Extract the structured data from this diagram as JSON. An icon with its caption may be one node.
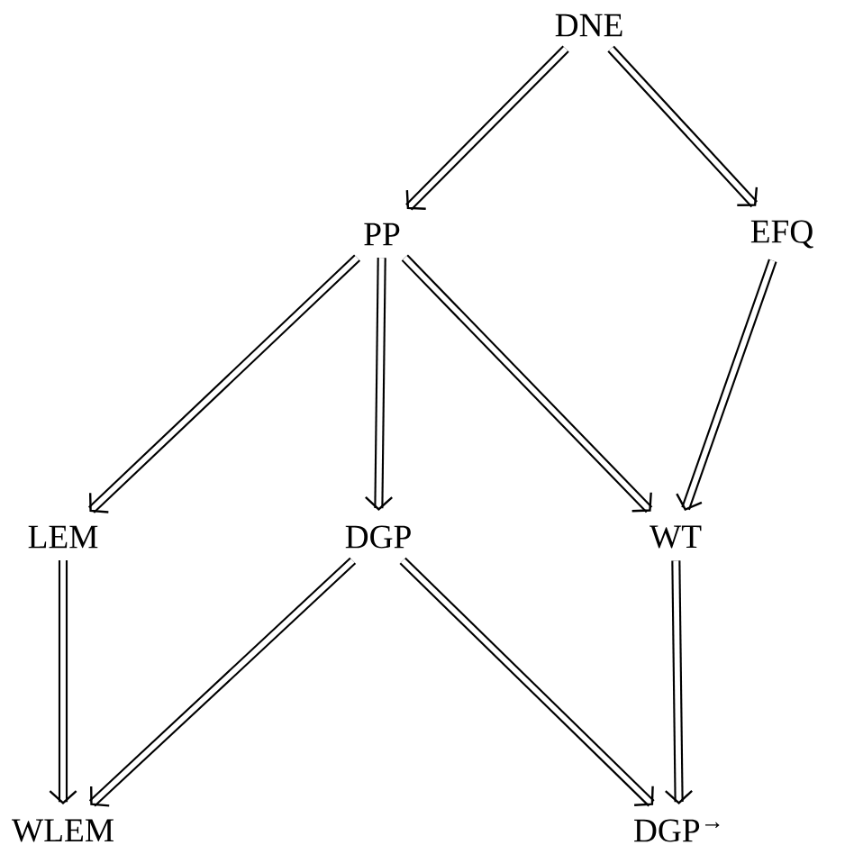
{
  "diagram": {
    "nodes": [
      {
        "text": [
          "DNE"
        ]
      },
      {
        "text": [
          "PP"
        ]
      },
      {
        "text": [
          "EFQ"
        ]
      },
      {
        "text": [
          "LEM"
        ]
      },
      {
        "text": [
          "DGP"
        ]
      },
      {
        "text": [
          "WT"
        ]
      },
      {
        "text": [
          "WLEM"
        ]
      },
      {
        "text": [
          "DGP$^{→}$"
        ]
      }
    ],
    "edges": [
      {
        "from": 0,
        "to": 1,
        "arrow": "to"
      },
      {
        "from": 0,
        "to": 2,
        "arrow": "to"
      },
      {
        "from": 1,
        "to": 3,
        "arrow": "to"
      },
      {
        "from": 1,
        "to": 4,
        "arrow": "to"
      },
      {
        "from": 1,
        "to": 5,
        "arrow": "to"
      },
      {
        "from": 2,
        "to": 5,
        "arrow": "to"
      },
      {
        "from": 3,
        "to": 6,
        "arrow": "to"
      },
      {
        "from": 4,
        "to": 6,
        "arrow": "to"
      },
      {
        "from": 4,
        "to": 7,
        "arrow": "to"
      },
      {
        "from": 5,
        "to": 7,
        "arrow": "to"
      }
    ]
  }
}
